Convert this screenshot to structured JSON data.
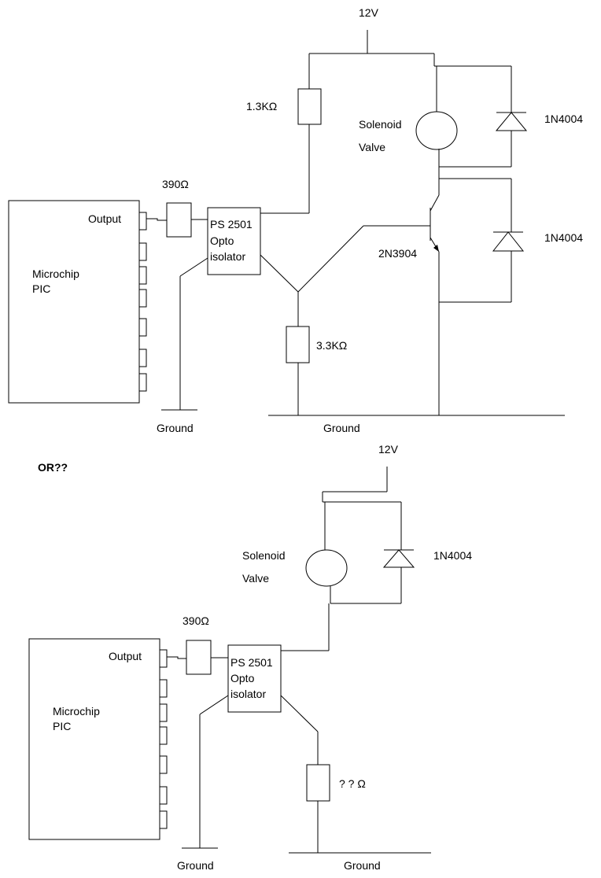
{
  "circuit1": {
    "supply": "12V",
    "r_collector": "1.3KΩ",
    "r_input": "390Ω",
    "r_emitter": "3.3KΩ",
    "solenoid": [
      "Solenoid",
      "Valve"
    ],
    "diode_top": "1N4004",
    "diode_bottom": "1N4004",
    "transistor": "2N3904",
    "opto": [
      "PS 2501",
      "Opto",
      "isolator"
    ],
    "mcu": [
      "Microchip",
      "PIC"
    ],
    "output_label": "Output",
    "ground_left": "Ground",
    "ground_right": "Ground"
  },
  "separator": "OR??",
  "circuit2": {
    "supply": "12V",
    "r_input": "390Ω",
    "r_unknown": "? ? Ω",
    "solenoid": [
      "Solenoid",
      "Valve"
    ],
    "diode": "1N4004",
    "opto": [
      "PS 2501",
      "Opto",
      "isolator"
    ],
    "mcu": [
      "Microchip",
      "PIC"
    ],
    "output_label": "Output",
    "ground_left": "Ground",
    "ground_right": "Ground"
  }
}
